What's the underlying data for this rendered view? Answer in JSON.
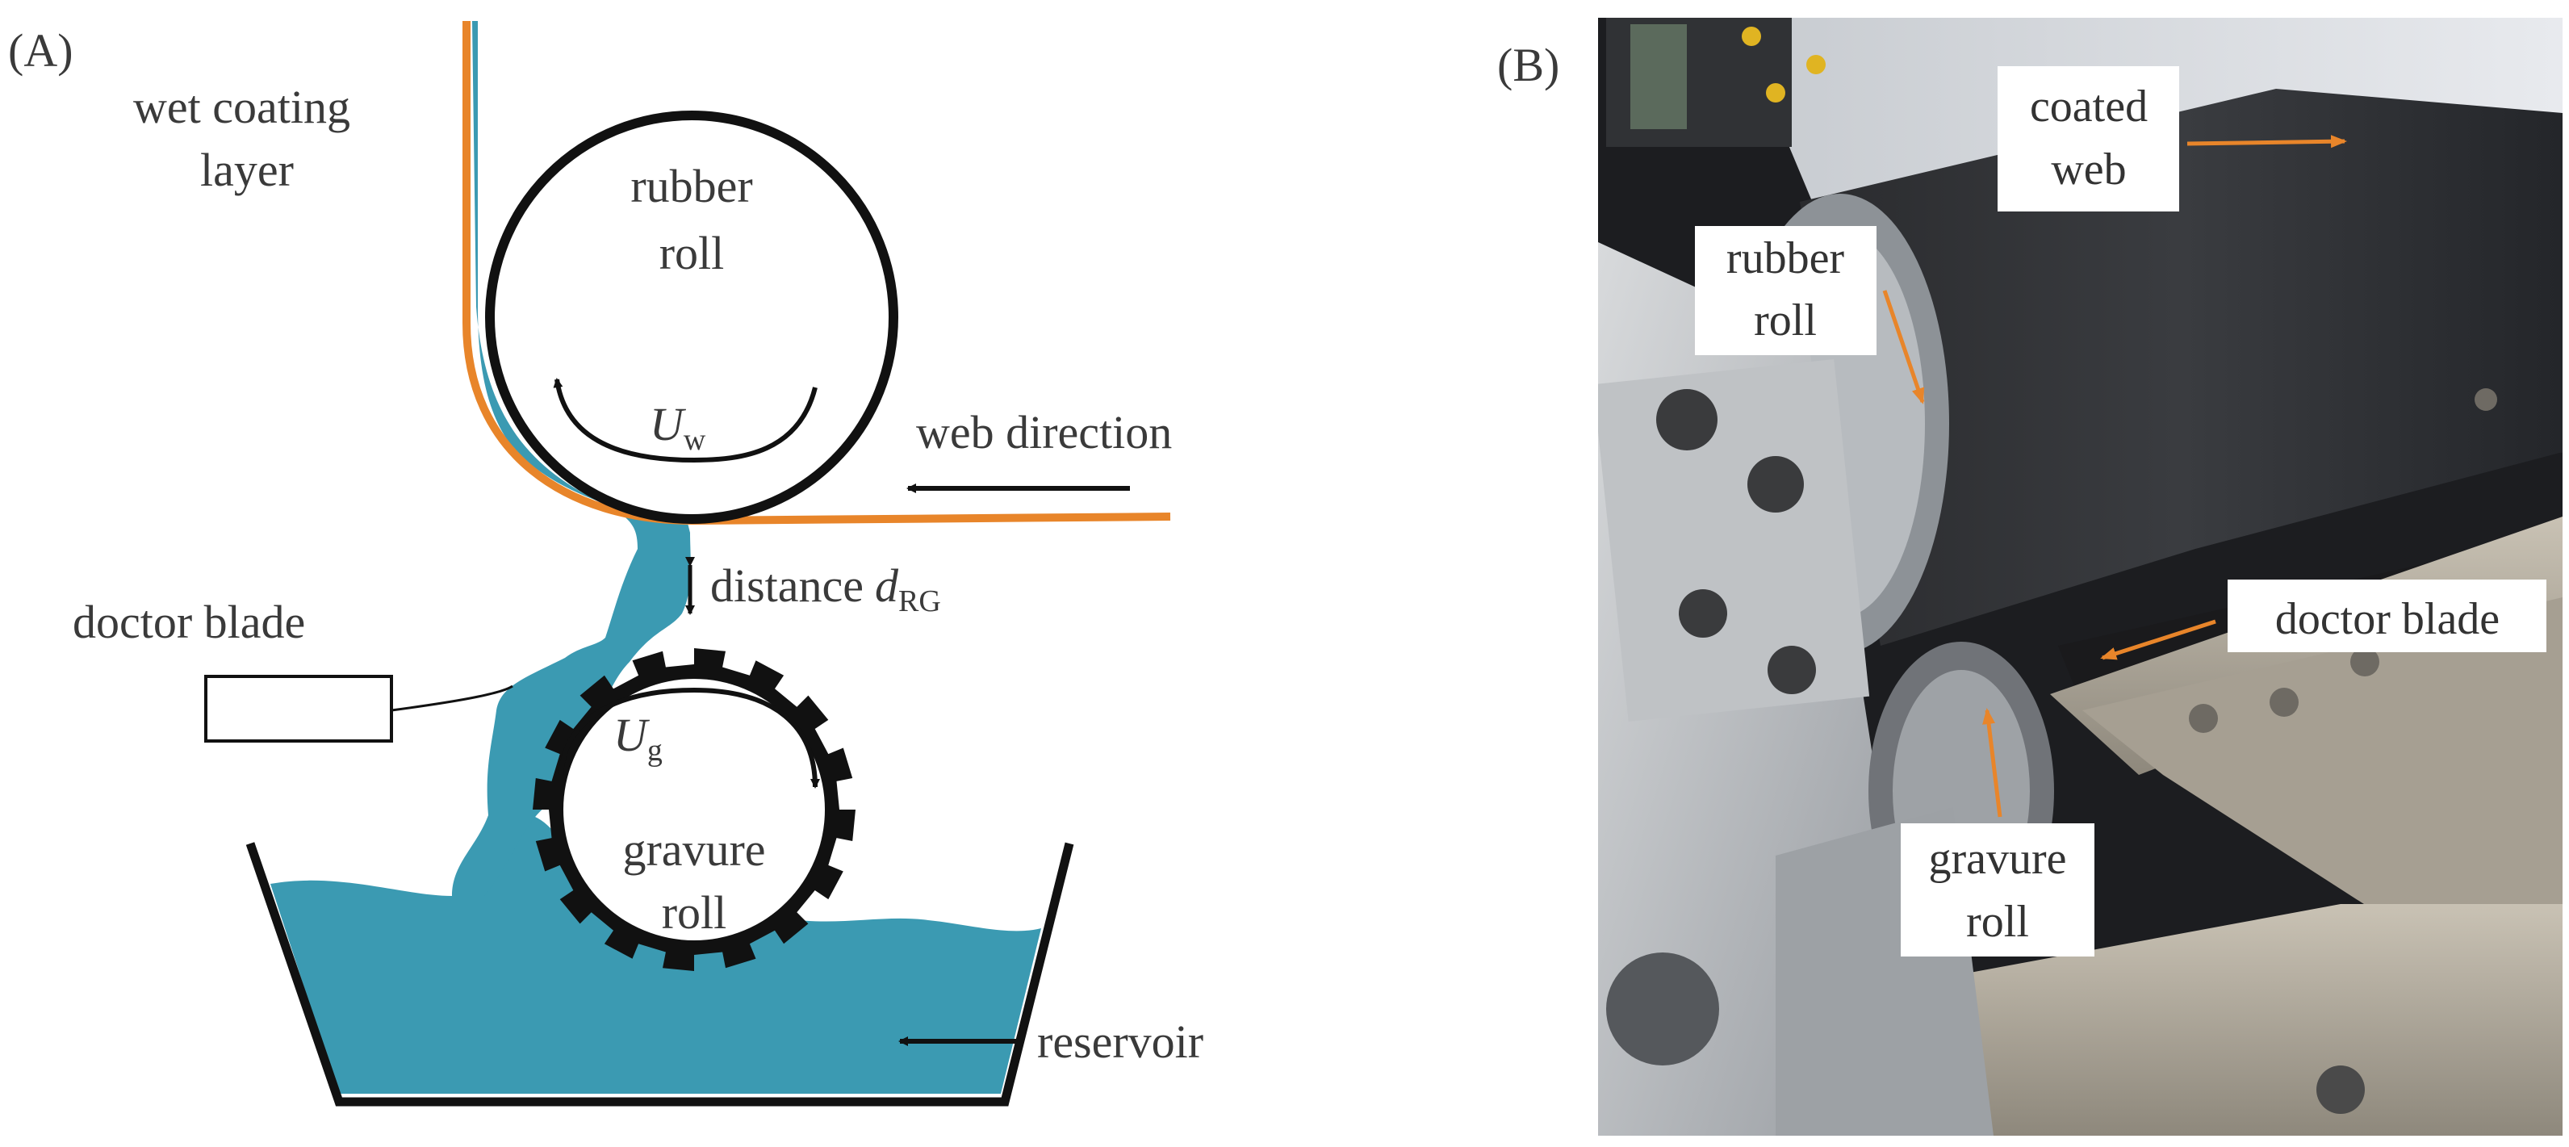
{
  "panel_a": {
    "tag": "(A)",
    "wet_coating_line1": "wet coating",
    "wet_coating_line2": "layer",
    "rubber_roll_line1": "rubber",
    "rubber_roll_line2": "roll",
    "speed_w_symbol": "U",
    "speed_w_sub": "w",
    "web_direction": "web direction",
    "distance_word": "distance",
    "distance_symbol": "d",
    "distance_sub": "RG",
    "doctor_blade": "doctor blade",
    "speed_g_symbol": "U",
    "speed_g_sub": "g",
    "gravure_roll_line1": "gravure",
    "gravure_roll_line2": "roll",
    "reservoir": "reservoir"
  },
  "panel_b": {
    "tag": "(B)",
    "coated_web_line1": "coated",
    "coated_web_line2": "web",
    "rubber_roll_line1": "rubber",
    "rubber_roll_line2": "roll",
    "doctor_blade": "doctor blade",
    "gravure_roll_line1": "gravure",
    "gravure_roll_line2": "roll"
  },
  "colors": {
    "coating": "#3b9ab2",
    "web": "#e8852a",
    "arrow_orange": "#e8852a",
    "outline": "#111111"
  }
}
